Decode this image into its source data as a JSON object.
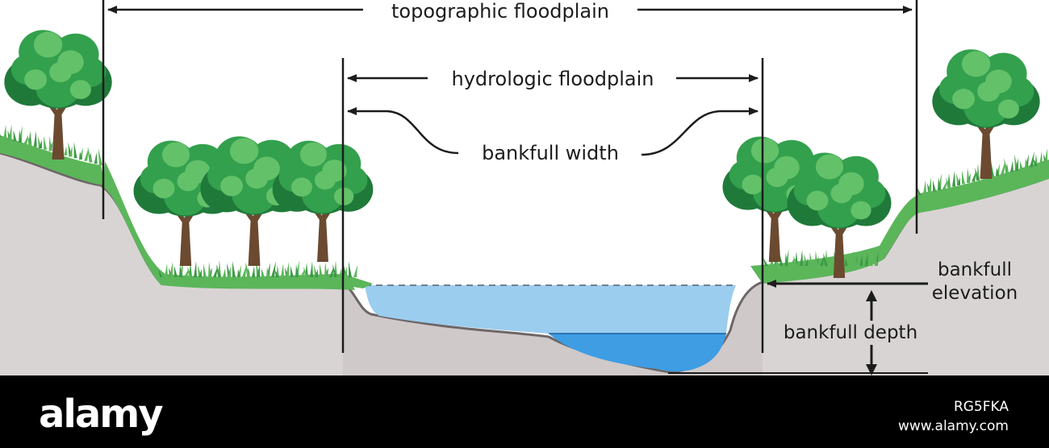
{
  "diagram": {
    "labels": {
      "topographic": "topographic floodplain",
      "hydrologic": "hydrologic floodplain",
      "bankfull_width": "bankfull width",
      "bankfull_elevation_line1": "bankfull",
      "bankfull_elevation_line2": "elevation",
      "bankfull_depth": "bankfull depth"
    },
    "colors": {
      "ground": "#d9d4d4",
      "ground_shade": "#cfc9c9",
      "ground_outline": "#6e6666",
      "grass": "#5bb65a",
      "grass_dark": "#3f9a47",
      "water_bankfull": "#9bcdef",
      "water_base": "#3e9de3",
      "foliage_dark": "#1f7a3a",
      "foliage_mid": "#33a04d",
      "foliage_light": "#63c169",
      "trunk": "#6b4a30",
      "line": "#1c1c1c"
    }
  },
  "watermark": {
    "brand": "alamy",
    "image_id": "RG5FKA",
    "url": "www.alamy.com"
  }
}
